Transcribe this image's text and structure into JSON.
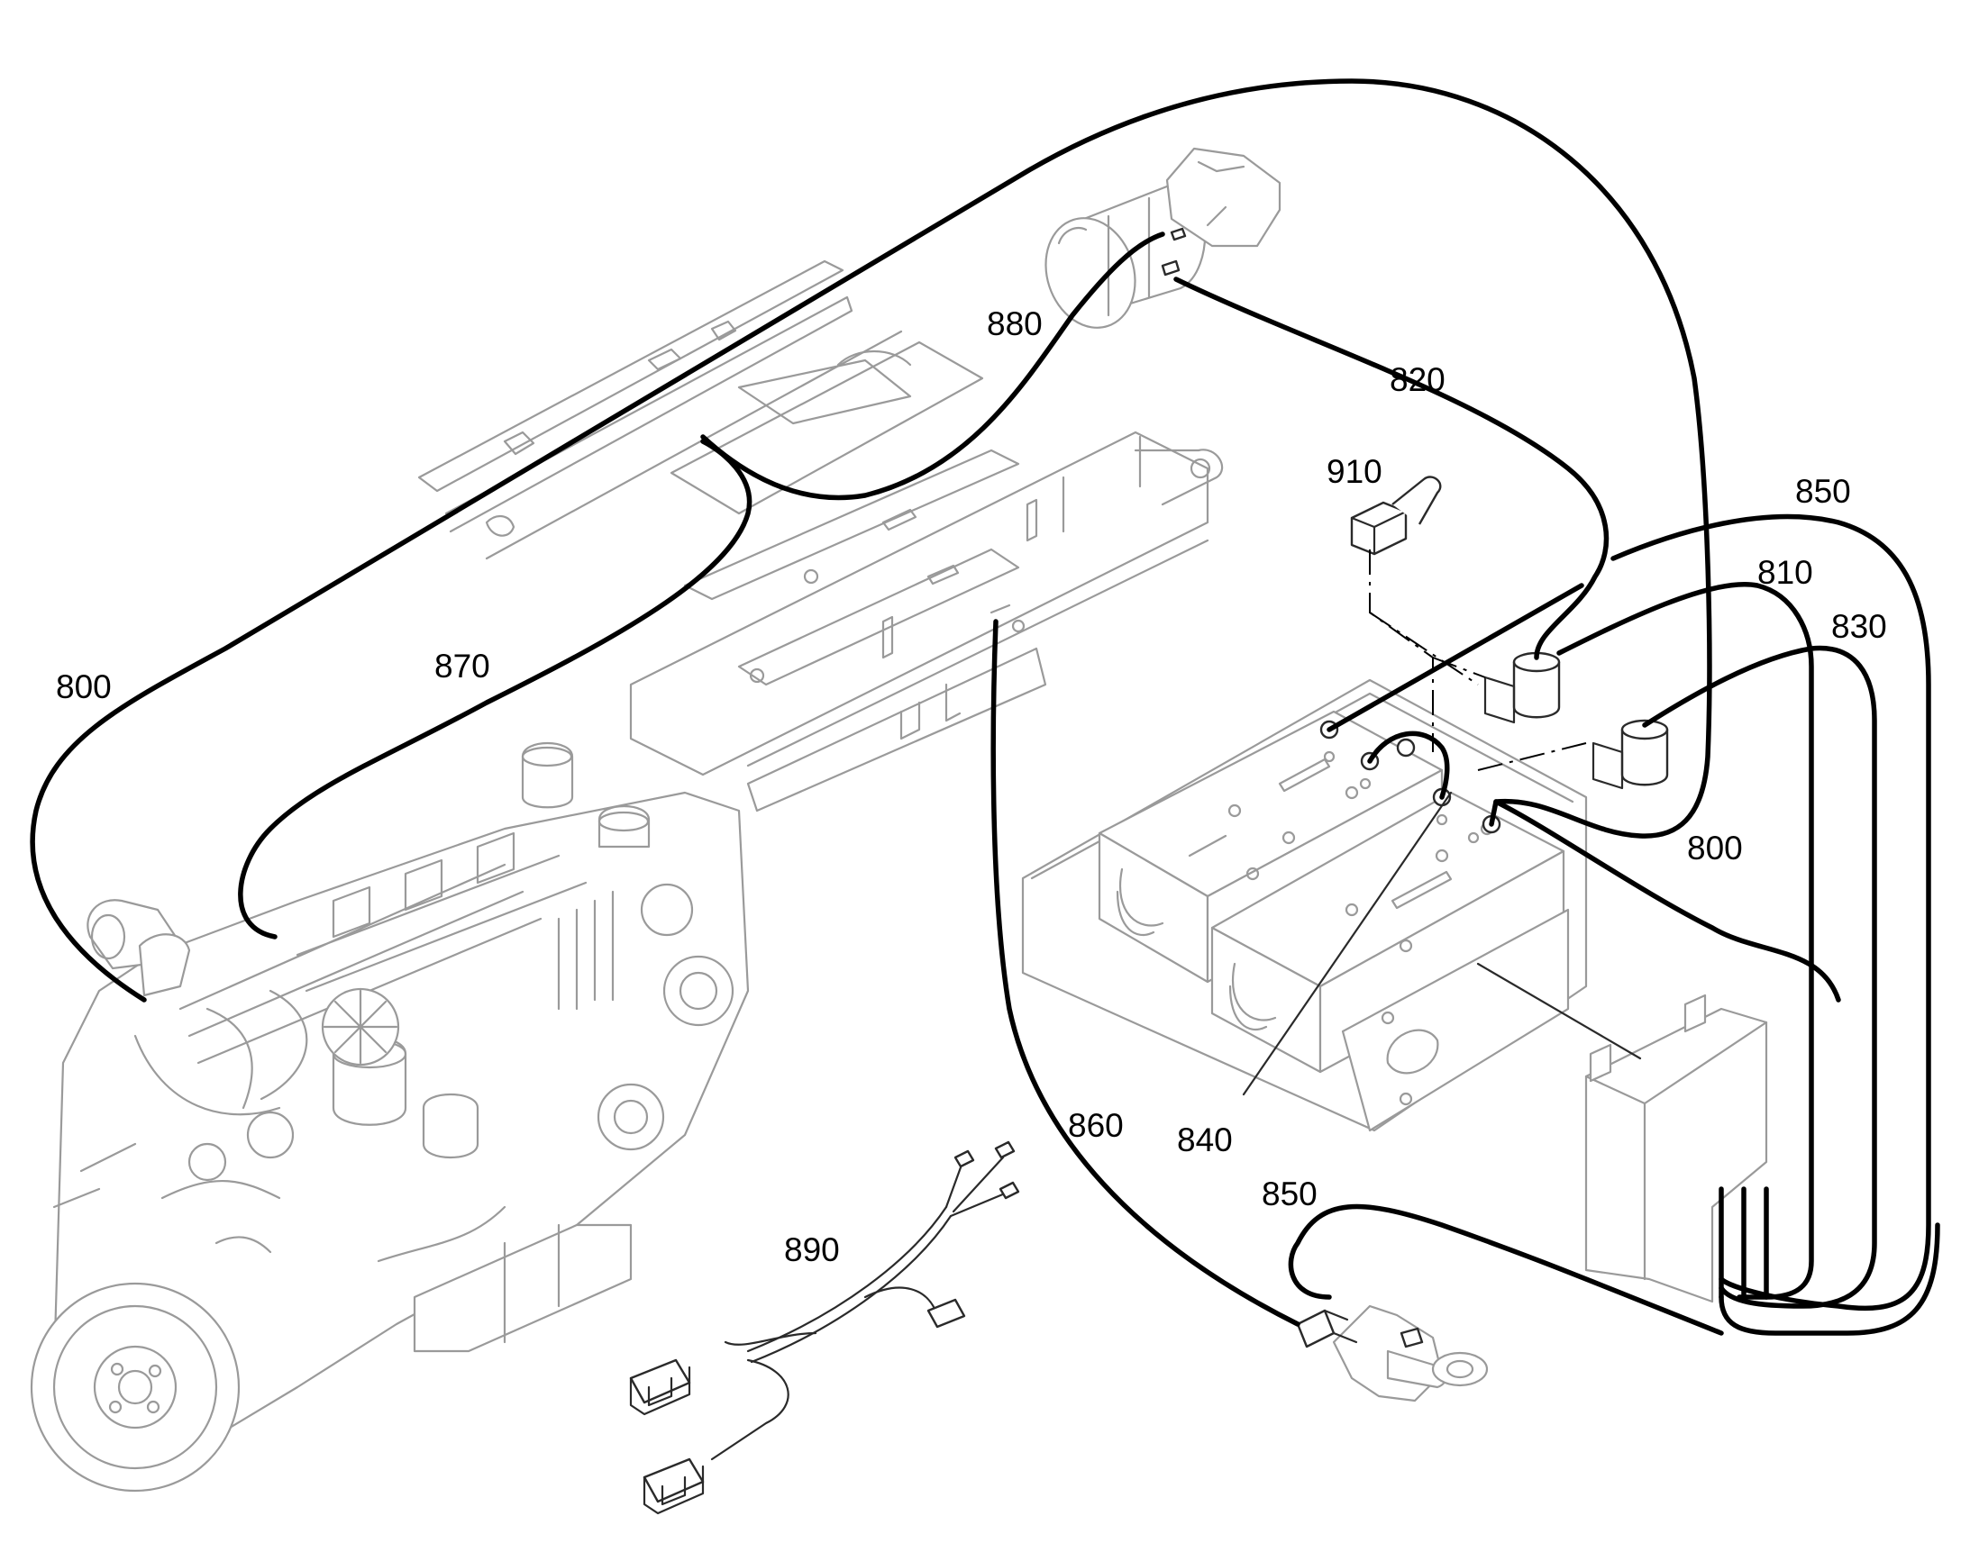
{
  "callouts": {
    "c800_left": "800",
    "c870": "870",
    "c880": "880",
    "c820": "820",
    "c910": "910",
    "c850_top": "850",
    "c810": "810",
    "c830": "830",
    "c800_right": "800",
    "c860": "860",
    "c840": "840",
    "c850_bottom": "850",
    "c890": "890"
  }
}
